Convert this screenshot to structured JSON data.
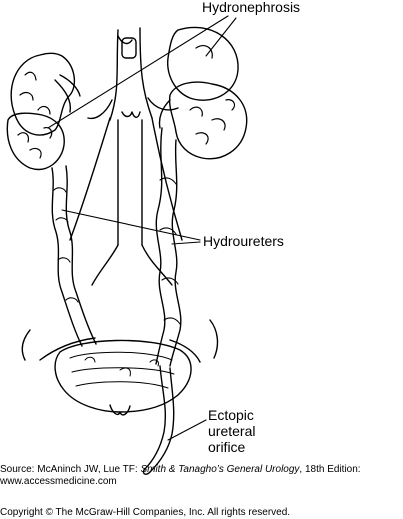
{
  "labels": {
    "hydronephrosis": "Hydronephrosis",
    "hydroureters": "Hydroureters",
    "ectopic_lines": [
      "Ectopic",
      "ureteral",
      "orifice"
    ]
  },
  "source": {
    "prefix": "Source: McAninch JW, Lue TF: ",
    "title": "Smith & Tanagho’s General Urology",
    "suffix": ", 18th Edition:",
    "url": "www.accessmedicine.com"
  },
  "copyright": "Copyright © The McGraw-Hill Companies, Inc. All rights reserved."
}
